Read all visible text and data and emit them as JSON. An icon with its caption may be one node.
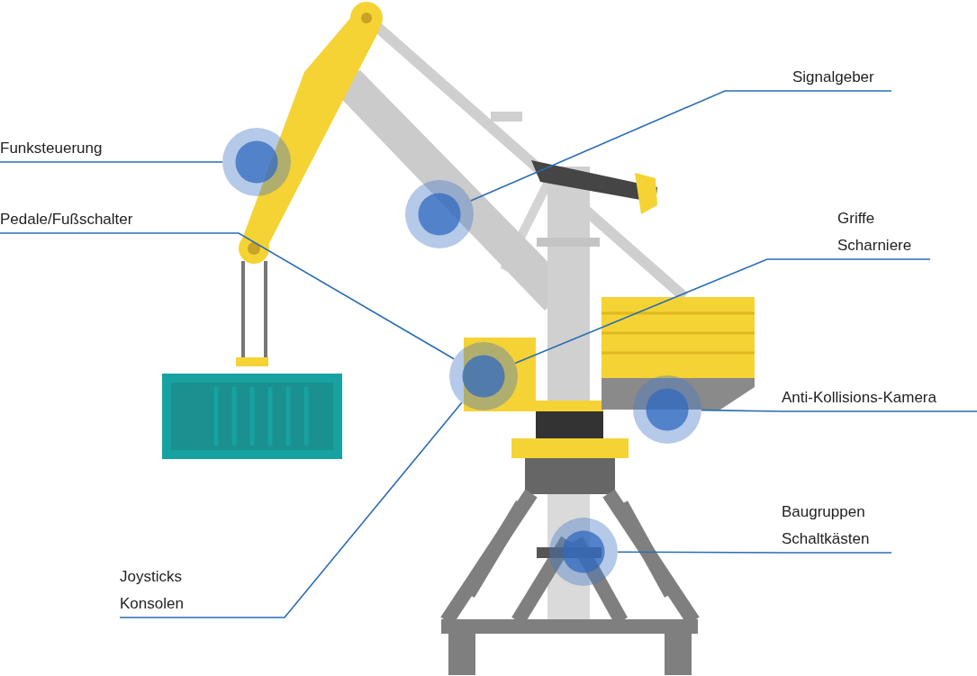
{
  "diagram": {
    "nodes": [
      {
        "text": [
          "Funksteuerung"
        ]
      },
      {
        "text": [],
        "shape": "circle"
      },
      {
        "text": [
          "Pedale/Fußschalter"
        ]
      },
      {
        "text": [],
        "shape": "circle"
      },
      {
        "text": [
          "Joysticks Konsolen"
        ]
      },
      {
        "text": [
          "Signalgeber"
        ]
      },
      {
        "text": [],
        "shape": "circle"
      },
      {
        "text": [
          "Griffe Scharniere"
        ]
      },
      {
        "text": [
          "Anti-Kollisions-Kamera"
        ]
      },
      {
        "text": [],
        "shape": "circle"
      },
      {
        "text": [
          "Baugruppen Schaltkästen"
        ]
      },
      {
        "text": [],
        "shape": "circle"
      }
    ],
    "edges": [
      {
        "from": 0,
        "to": 1,
        "arrow": "none"
      },
      {
        "from": 2,
        "to": 3,
        "arrow": "none"
      },
      {
        "from": 4,
        "to": 3,
        "arrow": "none"
      },
      {
        "from": 5,
        "to": 6,
        "arrow": "none"
      },
      {
        "from": 7,
        "to": 3,
        "arrow": "none"
      },
      {
        "from": 8,
        "to": 9,
        "arrow": "none"
      },
      {
        "from": 10,
        "to": 11,
        "arrow": "none"
      }
    ]
  }
}
